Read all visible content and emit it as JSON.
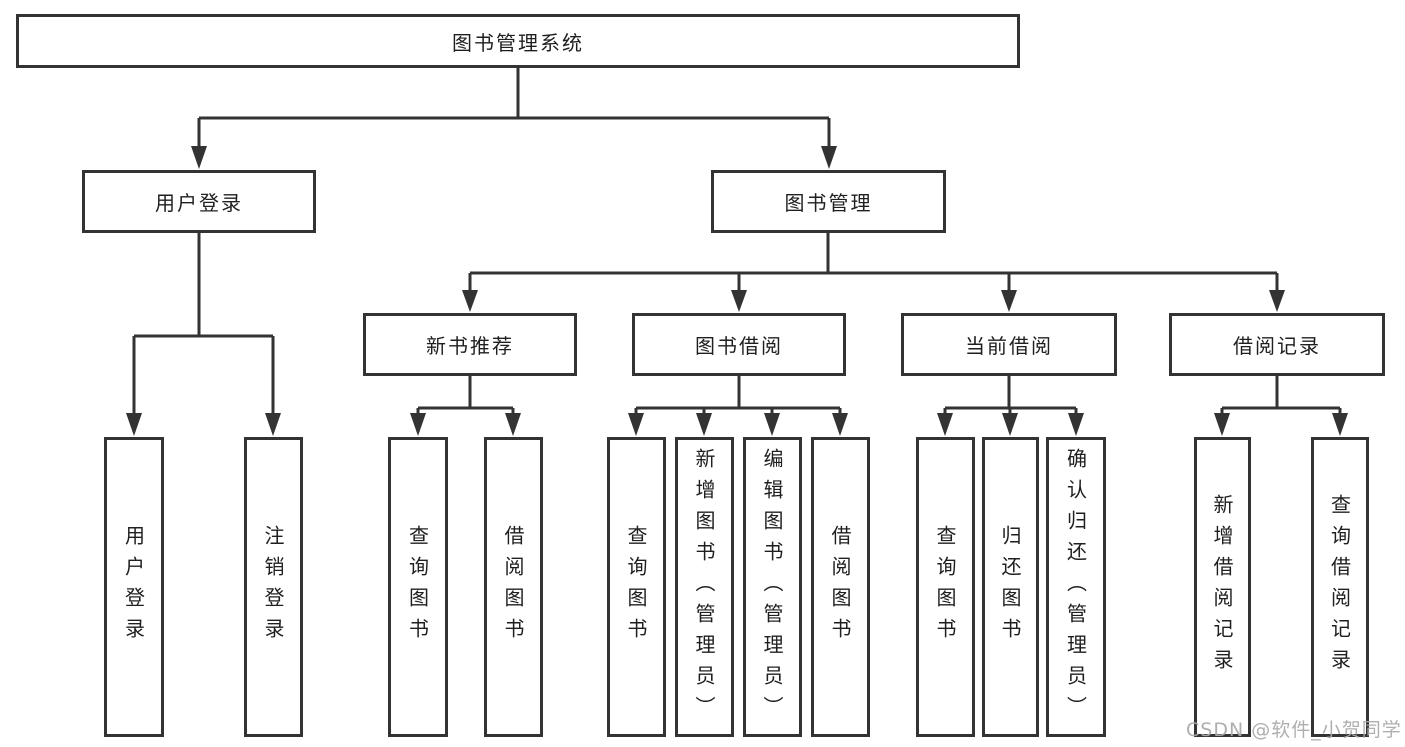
{
  "diagram": {
    "root": {
      "label": "图书管理系统"
    },
    "level2": {
      "user_login": {
        "label": "用户登录"
      },
      "book_mgmt": {
        "label": "图书管理"
      }
    },
    "level3": {
      "new_book_rec": {
        "label": "新书推荐"
      },
      "book_borrow": {
        "label": "图书借阅"
      },
      "current_borrow": {
        "label": "当前借阅"
      },
      "borrow_records": {
        "label": "借阅记录"
      }
    },
    "leaves": {
      "user_login": {
        "label": "用户登录"
      },
      "logout": {
        "label": "注销登录"
      },
      "nb_query": {
        "label": "查询图书"
      },
      "nb_borrow": {
        "label": "借阅图书"
      },
      "bb_query": {
        "label": "查询图书"
      },
      "bb_add": {
        "label": "新增图书（管理员）"
      },
      "bb_edit": {
        "label": "编辑图书（管理员）"
      },
      "bb_borrow": {
        "label": "借阅图书"
      },
      "cb_query": {
        "label": "查询图书"
      },
      "cb_return": {
        "label": "归还图书"
      },
      "cb_confirm": {
        "label": "确认归还（管理员）"
      },
      "br_add": {
        "label": "新增借阅记录"
      },
      "br_query": {
        "label": "查询借阅记录"
      }
    },
    "watermark": "CSDN @软件_小贺同学",
    "colors": {
      "line": "#333333",
      "box_border": "#333333",
      "box_fill": "#ffffff",
      "text": "#1f1f1f",
      "watermark": "#ababab"
    }
  }
}
